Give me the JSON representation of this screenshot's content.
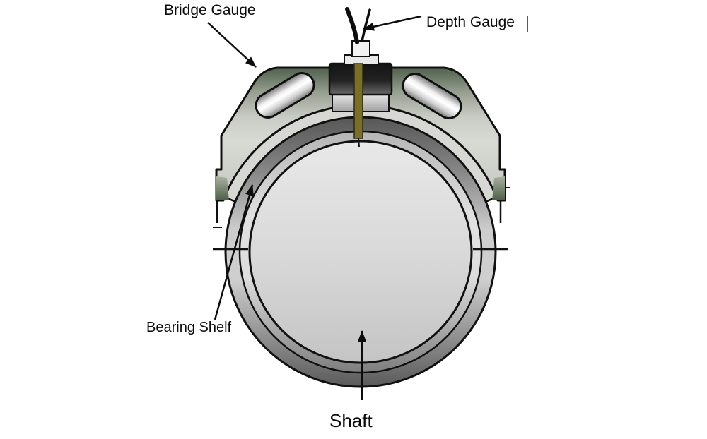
{
  "diagram": {
    "background_color": "#ffffff",
    "labels": {
      "bridge_gauge": "Bridge Gauge",
      "depth_gauge": "Depth Gauge",
      "bearing_shell": "Bearing Shelf",
      "shaft": "Shaft"
    },
    "colors": {
      "outline": "#111111",
      "bridge_green_dark": "#4e5d4a",
      "bridge_green_light": "#9aa393",
      "bridge_gray": "#d6d8d3",
      "housing_top_face": "#d7d8d3",
      "metal_highlight": "#ffffff",
      "metal_mid": "#c9c9c9",
      "metal_dark": "#5a5a5a",
      "shaft_fill": "#d9d9d9",
      "depth_rod_olive": "#7b6e2b",
      "clamp_black": "#1a1a1a",
      "label_text": "#0b0b0b"
    }
  }
}
